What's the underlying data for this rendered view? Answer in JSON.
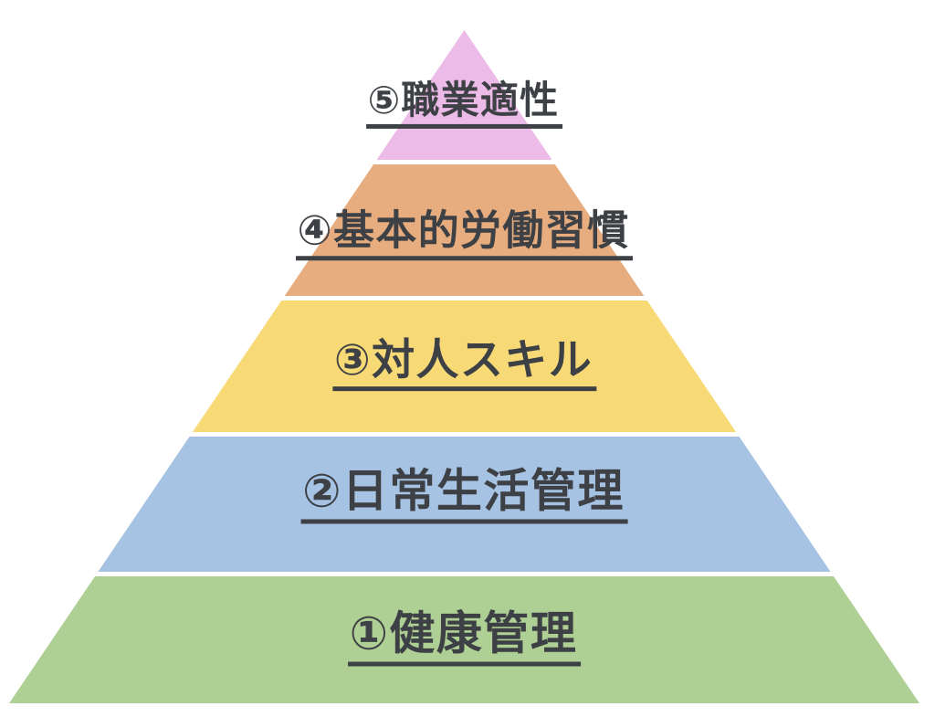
{
  "chart_data": {
    "type": "pyramid",
    "title": "",
    "description_order": "top_to_bottom",
    "levels": [
      {
        "rank": 5,
        "label": "⑤職業適性",
        "color": "#ecbbe7"
      },
      {
        "rank": 4,
        "label": "④基本的労働習慣",
        "color": "#e8ad7e"
      },
      {
        "rank": 3,
        "label": "③対人スキル",
        "color": "#f7da76"
      },
      {
        "rank": 2,
        "label": "②日常生活管理",
        "color": "#a6c3e3"
      },
      {
        "rank": 1,
        "label": "①健康管理",
        "color": "#afd095"
      }
    ],
    "layout": {
      "background": "#ffffff",
      "text_color": "#3d4045",
      "apex": [
        508.5,
        33
      ],
      "base_left": [
        10,
        770
      ],
      "base_right": [
        1007,
        770
      ],
      "band_gap_color": "#ffffff",
      "band_y_ranges": [
        [
          33,
          175
        ],
        [
          180,
          324
        ],
        [
          329,
          473
        ],
        [
          478,
          626
        ],
        [
          631,
          770
        ]
      ],
      "label_center_offsets": [
        10,
        4,
        -3,
        -10,
        -3
      ]
    }
  }
}
